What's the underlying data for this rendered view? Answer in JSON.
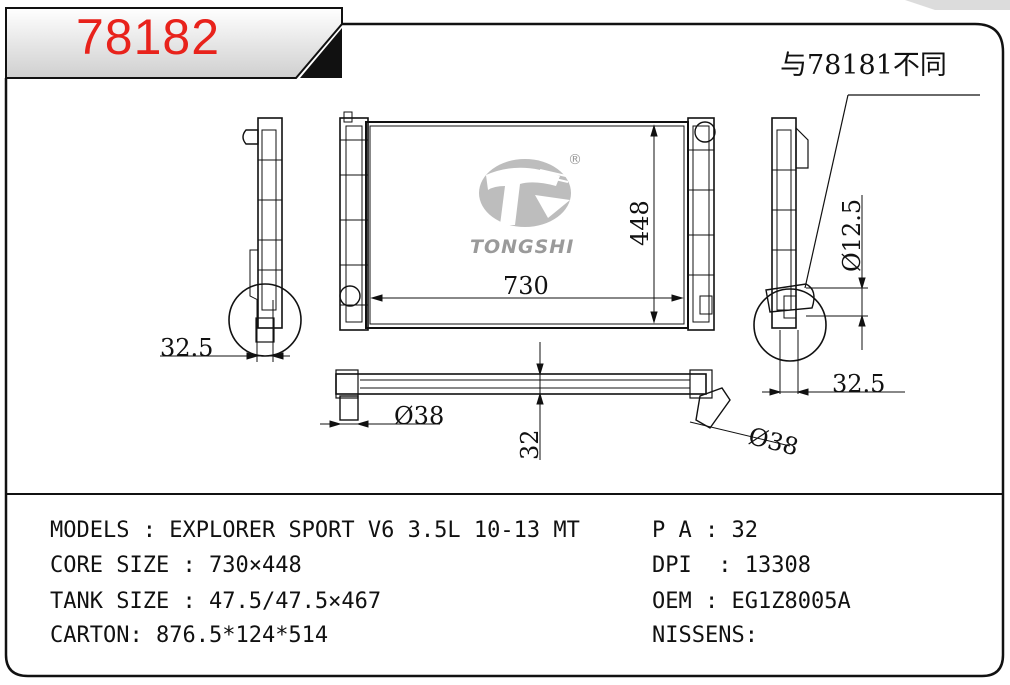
{
  "header": {
    "part_number": "78182"
  },
  "note": "与78181不同",
  "drawing": {
    "logo": {
      "brand": "TONGSHI",
      "registered_mark": "®"
    },
    "dimensions": {
      "core_width": "730",
      "core_height": "448",
      "left_pipe": "32.5",
      "right_pipe": "32.5",
      "inlet_diameter": "Ø12.5",
      "bottom_pipe_diameter": "Ø38",
      "outlet_diameter": "Ø38",
      "bottom_offset": "32"
    }
  },
  "specs": {
    "models_label": "MODELS",
    "models_value": "EXPLORER SPORT V6 3.5L 10-13 MT",
    "core_size_label": "CORE SIZE",
    "core_size_value": "730×448",
    "tank_size_label": "TANK SIZE",
    "tank_size_value": "47.5/47.5×467",
    "carton_label": "CARTON",
    "carton_value": "876.5*124*514",
    "pa_label": "P A",
    "pa_value": "32",
    "dpi_label": "DPI",
    "dpi_value": "13308",
    "oem_label": "OEM",
    "oem_value": "EG1Z8005A",
    "nissens_label": "NISSENS",
    "nissens_value": ""
  }
}
